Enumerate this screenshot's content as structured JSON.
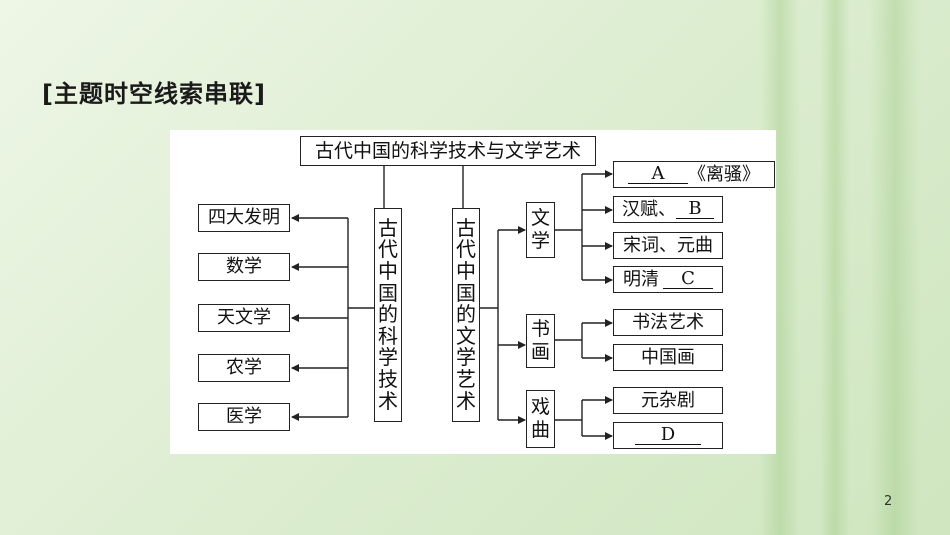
{
  "heading": "[主题时空线索串联]",
  "page_number": "2",
  "diagram": {
    "root": "古代中国的科学技术与文学艺术",
    "science": {
      "title_chars": [
        "古",
        "代",
        "中",
        "国",
        "的",
        "科",
        "学",
        "技",
        "术"
      ],
      "items": [
        "四大发明",
        "数学",
        "天文学",
        "农学",
        "医学"
      ]
    },
    "arts": {
      "title_chars": [
        "古",
        "代",
        "中",
        "国",
        "的",
        "文",
        "学",
        "艺",
        "术"
      ],
      "literature": {
        "label_chars": [
          "文",
          "学"
        ],
        "item1": {
          "blank": "A",
          "suffix": "《离骚》"
        },
        "item2": {
          "prefix": "汉赋、",
          "blank": "B"
        },
        "item3": "宋词、元曲",
        "item4": {
          "prefix": "明清",
          "blank": "C"
        }
      },
      "calligraphy": {
        "label_chars": [
          "书",
          "画"
        ],
        "items": [
          "书法艺术",
          "中国画"
        ]
      },
      "opera": {
        "label_chars": [
          "戏",
          "曲"
        ],
        "item1": "元杂剧",
        "item2": {
          "blank": "D"
        }
      }
    }
  }
}
